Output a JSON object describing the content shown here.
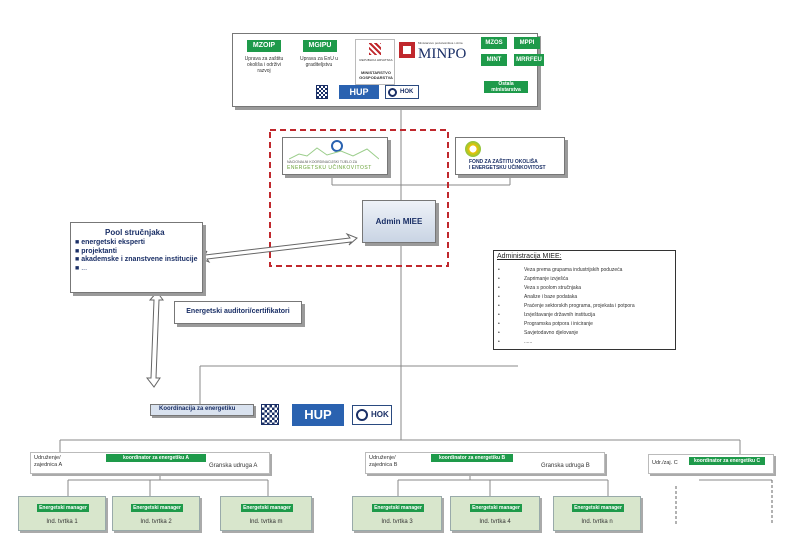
{
  "ministries": {
    "mzoip": {
      "label": "MZOIP",
      "desc": "Uprava za zaštitu okoliša i održivi razvoj"
    },
    "mgipu": {
      "label": "MGIPU",
      "desc": "Uprava za EnU u graditeljstvu"
    },
    "mingo": {
      "small": "REPUBLIKA HRVATSKA",
      "name": "MINISTARSTVO GOSPODARSTVA"
    },
    "minpo": {
      "small": "Ministarstvo poduzetništva i obrta",
      "name": "MINPO"
    },
    "mzos": "MZOS",
    "mppi": "MPPI",
    "mint": "MINT",
    "mrrfeu": "MRRFEU",
    "ostala": "Ostala ministarstva"
  },
  "logos": {
    "hup": "HUP",
    "hok": "HOK"
  },
  "nacionalni": {
    "line1": "NACIONALNI KOORDINACIJSKI TIJELO ZA",
    "line2": "ENERGETSKU UČINKOVITOST"
  },
  "fond": {
    "line1": "FOND ZA ZAŠTITU OKOLIŠA",
    "line2": "I ENERGETSKU UČINKOVITOST"
  },
  "admin": "Admin MIEE",
  "pool": {
    "title": "Pool stručnjaka",
    "items": [
      "energetski eksperti",
      "projektanti",
      "akademske i znanstvene institucije",
      "..."
    ]
  },
  "auditori": "Energetski auditori/certifikatori",
  "administracija": {
    "title": "Administracija MIEE:",
    "items": [
      "Veza prema grupama industrijskih poduzeća",
      "Zaprimanje izvješća",
      "Veza s poolom stručnjaka",
      "Analize i baze podataka",
      "Praćenje sektorskih programa, projekata i potpora",
      "Izvještavanje državnih institucija",
      "Programska potpora i iniciranje",
      "Savjetodavno djelovanje",
      "......"
    ]
  },
  "koordinacija": "Koordinacija za energetiku",
  "groups": {
    "a": {
      "name": "Udruženje/ zajednica A",
      "coord": "koordinator za energetiku A",
      "granska": "Granska udruga A"
    },
    "b": {
      "name": "Udruženje/ zajednica B",
      "coord": "koordinator za energetiku B",
      "granska": "Granska udruga B"
    },
    "c": {
      "name": "Udr./zaj. C",
      "coord": "koordinator za energetiku C"
    }
  },
  "manager_label": "Energetski manager",
  "companies": [
    "Ind. tvrtka 1",
    "Ind. tvrtka 2",
    "Ind. tvrtka m",
    "Ind. tvrtka 3",
    "Ind. tvrtka 4",
    "Ind. tvrtka n"
  ]
}
